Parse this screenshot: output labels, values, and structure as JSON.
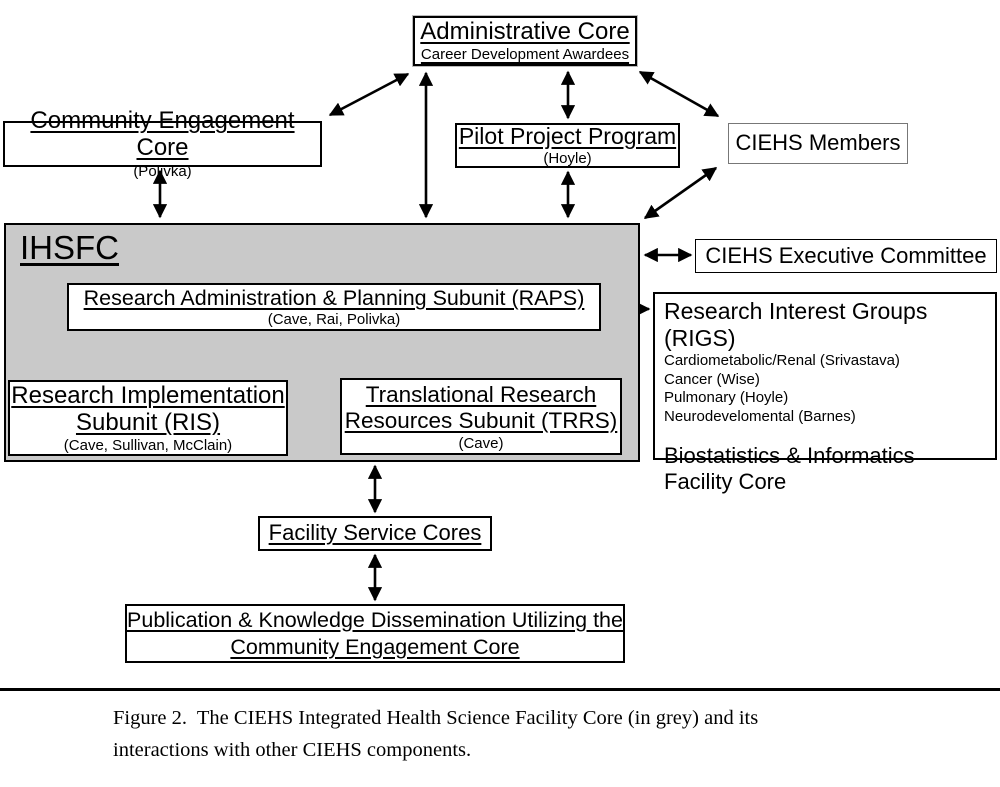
{
  "nodes": {
    "admin_core": {
      "title": "Administrative Core",
      "subtitle": "Career Development Awardees"
    },
    "community_core": {
      "title": "Community Engagement Core",
      "subtitle": "(Polivka)"
    },
    "pilot_program": {
      "title": "Pilot Project Program",
      "subtitle": "(Hoyle)"
    },
    "ciehs_members": {
      "title": "CIEHS Members"
    },
    "ihsfc": {
      "label": "IHSFC"
    },
    "raps": {
      "title": "Research Administration & Planning Subunit (RAPS)",
      "subtitle": "(Cave, Rai, Polivka)"
    },
    "ris": {
      "title": "Research Implementation Subunit (RIS)",
      "subtitle": "(Cave, Sullivan, McClain)"
    },
    "trrs": {
      "title": "Translational Research Resources Subunit (TRRS)",
      "subtitle": "(Cave)"
    },
    "exec_committee": {
      "title": "CIEHS Executive Committee"
    },
    "rigs": {
      "title": "Research Interest Groups (RIGS)",
      "groups": [
        "Cardiometabolic/Renal (Srivastava)",
        "Cancer (Wise)",
        "Pulmonary (Hoyle)",
        "Neurodevelomental (Barnes)"
      ],
      "footer": "Biostatistics & Informatics Facility Core"
    },
    "facility_cores": {
      "title": "Facility Service Cores"
    },
    "publication": {
      "title": "Publication & Knowledge Dissemination Utilizing the Community Engagement Core"
    }
  },
  "caption": {
    "line1": "Figure 2.  The CIEHS Integrated Health Science Facility Core (in grey) and its",
    "line2": "interactions with other CIEHS components."
  },
  "colors": {
    "grey_fill": "#c9c9c9",
    "line": "#000000",
    "background": "#ffffff"
  }
}
